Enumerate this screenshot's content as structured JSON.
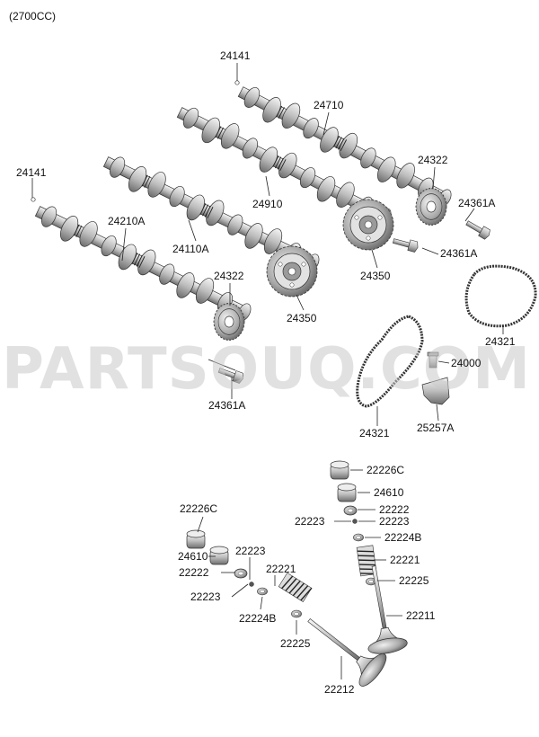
{
  "header": {
    "engine_variant": "(2700CC)"
  },
  "watermark": "PARTSOUQ.COM",
  "callouts": {
    "c24141_top": "24141",
    "c24141_left": "24141",
    "c24710": "24710",
    "c24322_right": "24322",
    "c24361A_right": "24361A",
    "c24910": "24910",
    "c24361A_mid": "24361A",
    "c24210A": "24210A",
    "c24110A": "24110A",
    "c24322_left": "24322",
    "c24350_right": "24350",
    "c24350_left": "24350",
    "c24321_right": "24321",
    "c24000": "24000",
    "c24361A_bottom": "24361A",
    "c24321_bottom": "24321",
    "c25257A": "25257A",
    "r22226C": "22226C",
    "r24610": "24610",
    "r22222": "22222",
    "r22223a": "22223",
    "r22223b": "22223",
    "r22224B": "22224B",
    "r22221": "22221",
    "r22225": "22225",
    "r22211": "22211",
    "l22226C": "22226C",
    "l24610": "24610",
    "l22223a": "22223",
    "l22222": "22222",
    "l22221": "22221",
    "l22223b": "22223",
    "l22224B": "22224B",
    "l22225": "22225",
    "l22212": "22212"
  }
}
